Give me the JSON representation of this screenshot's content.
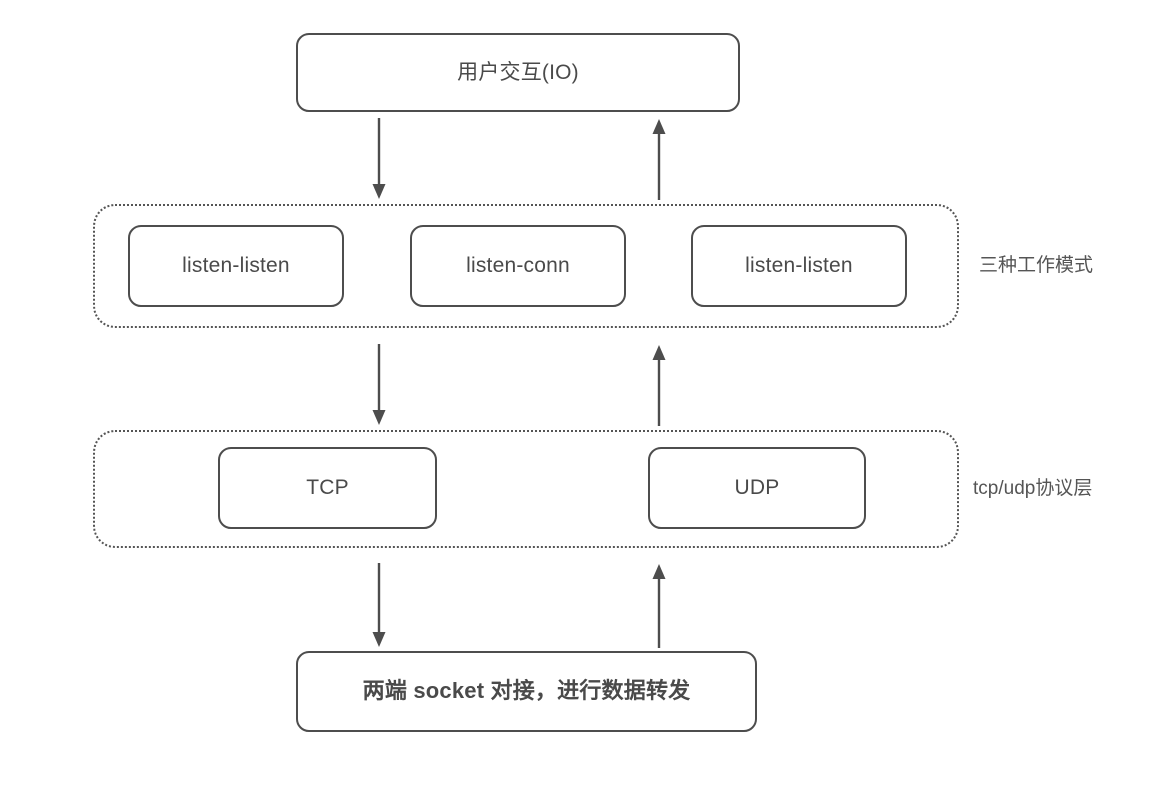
{
  "diagram": {
    "title_box": {
      "label": "用户交互(IO)"
    },
    "groups": [
      {
        "name": "work-modes",
        "side_label": "三种工作模式",
        "nodes": [
          {
            "label": "listen-listen"
          },
          {
            "label": "listen-conn"
          },
          {
            "label": "listen-listen"
          }
        ]
      },
      {
        "name": "protocol-layer",
        "side_label": "tcp/udp协议层",
        "nodes": [
          {
            "label": "TCP"
          },
          {
            "label": "UDP"
          }
        ]
      }
    ],
    "bottom_box": {
      "label": "两端 socket 对接，进行数据转发"
    },
    "arrows": [
      {
        "name": "io-to-modes-down",
        "direction": "down"
      },
      {
        "name": "modes-to-io-up",
        "direction": "up"
      },
      {
        "name": "modes-to-protocol-down",
        "direction": "down"
      },
      {
        "name": "protocol-to-modes-up",
        "direction": "up"
      },
      {
        "name": "protocol-to-socket-down",
        "direction": "down"
      },
      {
        "name": "socket-to-protocol-up",
        "direction": "up"
      }
    ],
    "colors": {
      "stroke": "#4d4d4d",
      "dotted_stroke": "#555555",
      "text": "#4a4a4a",
      "background": "#ffffff"
    }
  }
}
